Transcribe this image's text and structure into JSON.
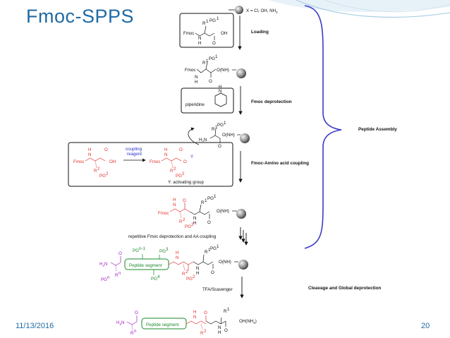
{
  "slide": {
    "title": "Fmoc-SPPS",
    "date": "11/13/2016",
    "page_number": "20",
    "accent_color": "#1f6aa5"
  },
  "scheme": {
    "resin_substituent": "X = Cl, OH, NH",
    "resin_substituent_sub": "2",
    "x_label": "X",
    "step_loading": "Loading",
    "step_fmoc_deprotection": "Fmoc deprotection",
    "step_coupling": "Fmoc-Amino acid coupling",
    "step_repetitive": "repetitive Fmoc deprotection and AA coupling",
    "step_cleavage_reagent": "TFA/Scavenger",
    "step_cleavage": "Cleavage and Global deprotection",
    "brace_label": "Peptide Assembly",
    "reagent_piperidine": "piperidine",
    "coupling_reagent_line1": "coupling",
    "coupling_reagent_line2": "reagent",
    "activating_group_note": "Y: activating group",
    "peptide_segment_label": "Peptide segment",
    "atoms": {
      "fmoc": "Fmoc",
      "n": "N",
      "h": "H",
      "o": "O",
      "oh": "OH",
      "onh": "O(NH)",
      "oy": "O",
      "y": "Y",
      "h2n": "H",
      "h2n_sub": "2",
      "h2n_n": "N",
      "r1": "R",
      "r2": "R",
      "r3": "R",
      "pg1": "PG",
      "pg2": "PG",
      "pg3": "PG",
      "pg4": "PG",
      "pgn1": "PG",
      "pgn": "PG",
      "rn": "R",
      "final_acid": "OH(NH",
      "final_acid_tail": ")",
      "final_acid_sub": "2"
    },
    "superscripts": {
      "one": "1",
      "two": "2",
      "three": "3",
      "four": "4",
      "n": "n",
      "n_minus_1": "n-1"
    },
    "colors": {
      "new_residue": "#e0302a",
      "coupling": "#2233cc",
      "n_terminal": "#a020c0",
      "segment": "#1a8a2a"
    }
  }
}
